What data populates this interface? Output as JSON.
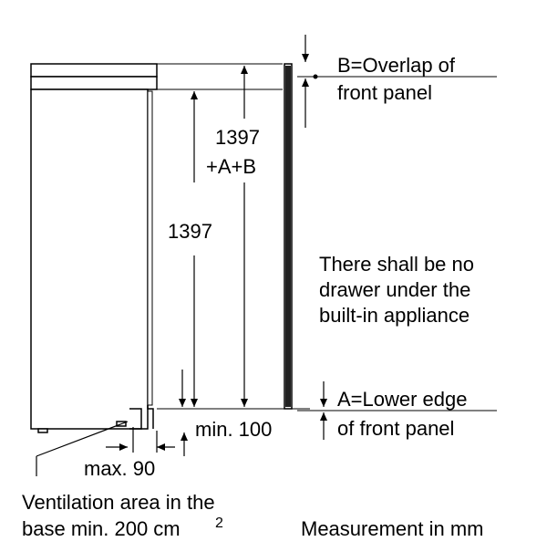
{
  "labels": {
    "overlap_b_line1": "B=Overlap of",
    "overlap_b_line2": "front panel",
    "dim_total_line1": "1397",
    "dim_total_line2": "+A+B",
    "dim_height": "1397",
    "no_drawer_line1": "There shall be no",
    "no_drawer_line2": "drawer under the",
    "no_drawer_line3": "built-in appliance",
    "lower_edge_a_line1": "A=Lower edge",
    "lower_edge_a_line2": "of front panel",
    "min_gap": "min. 100",
    "max_gap": "max. 90",
    "ventilation_line1": "Ventilation area in the",
    "ventilation_line2": "base min. 200 cm",
    "ventilation_sup": "2",
    "measurement_note": "Measurement in mm"
  },
  "colors": {
    "line": "#000000",
    "fill_dark": "#1a1a1a",
    "background": "#ffffff"
  }
}
